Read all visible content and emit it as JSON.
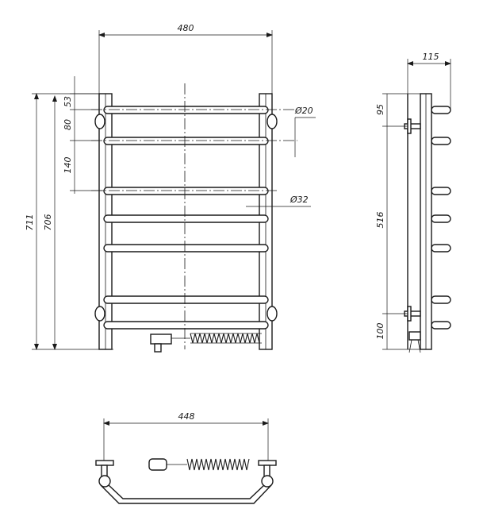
{
  "dimensions": {
    "overall_width": "480",
    "rung_pitch_top": "53",
    "rung_pitch_second": "80",
    "rung_pitch_third": "140",
    "overall_height": "711",
    "height_between_posts": "706",
    "rung_diameter": "Ø20",
    "post_diameter": "Ø32",
    "depth": "115",
    "top_mount_offset": "95",
    "mount_centres": "516",
    "bottom_mount_offset": "100",
    "mount_width": "448"
  }
}
